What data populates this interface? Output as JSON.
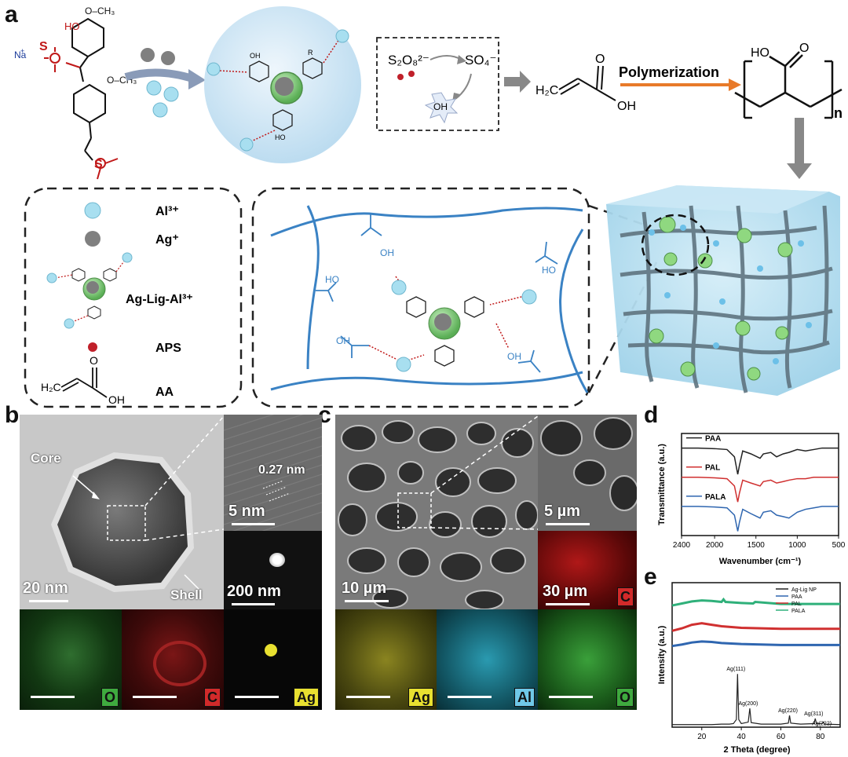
{
  "panels": {
    "a": "a",
    "b": "b",
    "c": "c",
    "d": "d",
    "e": "e"
  },
  "scheme": {
    "na": "Na",
    "ch3_a": "O–CH₃",
    "ho": "HO",
    "o_ch3": "O–CH₃",
    "s2o8": "S₂O₈²⁻",
    "so4": "SO₄⁻",
    "oh_radical": "OH",
    "h2c": "H₂C",
    "acid_oh": "OH",
    "acid_o": "O",
    "polymerization": "Polymerization",
    "ho_poly": "HO",
    "o_poly": "O",
    "n": "n"
  },
  "legend": {
    "al": "Al³⁺",
    "ag": "Ag⁺",
    "complex": "Ag-Lig-Al³⁺",
    "aps": "APS",
    "aa": "AA",
    "aa_h2c": "H₂C",
    "aa_oh": "OH",
    "aa_o": "O"
  },
  "panel_b": {
    "core": "Core",
    "shell": "Shell",
    "scale_main": "20 nm",
    "scale_hr": "5 nm",
    "lattice": "0.27 nm",
    "scale_dark": "200 nm",
    "maps": [
      "O",
      "C",
      "Ag"
    ]
  },
  "panel_c": {
    "scale_main": "10 µm",
    "scale_zoom": "5 µm",
    "scale_c": "30 µm",
    "maps": [
      "C",
      "Ag",
      "Al",
      "O"
    ]
  },
  "colors": {
    "al_ion": "#a8dff0",
    "ag_ion": "#808080",
    "aps": "#c0202a",
    "chain": "#3a82c4",
    "np_green": "#7fc97a",
    "map_O": "#3faa3f",
    "map_C": "#d22a2a",
    "map_Ag": "#e8e030",
    "map_Al": "#2fb8c8"
  },
  "chart_data": [
    {
      "type": "line",
      "title": "",
      "xlabel": "Wavenumber (cm⁻¹)",
      "ylabel": "Transmittance (a.u.)",
      "xlim": [
        2400,
        500
      ],
      "xticks": [
        2400,
        2000,
        1500,
        1000,
        500
      ],
      "series": [
        {
          "name": "PAA",
          "color": "#222222",
          "offset": 2.0,
          "x": [
            2400,
            2200,
            2000,
            1850,
            1760,
            1720,
            1700,
            1660,
            1560,
            1450,
            1410,
            1320,
            1250,
            1170,
            1100,
            1000,
            900,
            800,
            700,
            600,
            500
          ],
          "y": [
            0.0,
            0.0,
            -0.02,
            -0.05,
            -0.3,
            -0.9,
            -0.6,
            -0.1,
            -0.2,
            -0.35,
            -0.2,
            -0.15,
            -0.3,
            -0.2,
            -0.15,
            -0.05,
            -0.1,
            -0.05,
            0.0,
            0.0,
            0.0
          ]
        },
        {
          "name": "PAL",
          "color": "#d03030",
          "offset": 1.0,
          "x": [
            2400,
            2200,
            2000,
            1850,
            1760,
            1720,
            1700,
            1660,
            1560,
            1450,
            1410,
            1320,
            1250,
            1170,
            1100,
            1000,
            900,
            800,
            700,
            600,
            500
          ],
          "y": [
            0.0,
            0.0,
            -0.02,
            -0.05,
            -0.3,
            -0.85,
            -0.55,
            -0.1,
            -0.2,
            -0.3,
            -0.15,
            -0.1,
            -0.2,
            -0.15,
            -0.1,
            -0.05,
            -0.05,
            0.0,
            0.0,
            0.0,
            0.0
          ]
        },
        {
          "name": "PALA",
          "color": "#2f66b0",
          "offset": 0.0,
          "x": [
            2400,
            2200,
            2000,
            1850,
            1760,
            1720,
            1700,
            1660,
            1560,
            1450,
            1410,
            1320,
            1250,
            1170,
            1100,
            1000,
            900,
            800,
            700,
            600,
            500
          ],
          "y": [
            0.0,
            0.0,
            -0.02,
            -0.05,
            -0.3,
            -0.85,
            -0.55,
            -0.1,
            -0.25,
            -0.4,
            -0.2,
            -0.15,
            -0.3,
            -0.35,
            -0.4,
            -0.2,
            -0.1,
            -0.05,
            0.0,
            0.0,
            0.0
          ]
        }
      ]
    },
    {
      "type": "line",
      "title": "",
      "xlabel": "2 Theta (degree)",
      "ylabel": "Intensity (a.u.)",
      "xlim": [
        5,
        90
      ],
      "xticks": [
        20,
        40,
        60,
        80
      ],
      "legend": [
        "Ag-Lig NP",
        "PAA",
        "PAL",
        "PALA"
      ],
      "peak_labels": [
        {
          "x": 38.1,
          "label": "Ag(111)"
        },
        {
          "x": 44.3,
          "label": "Ag(200)"
        },
        {
          "x": 64.4,
          "label": "Ag(220)"
        },
        {
          "x": 77.4,
          "label": "Ag(311)"
        },
        {
          "x": 81.5,
          "label": "Ag(222)"
        }
      ],
      "series": [
        {
          "name": "Ag-Lig NP",
          "color": "#222222",
          "offset": 0,
          "x": [
            5,
            15,
            25,
            30,
            34,
            36,
            37.5,
            38.1,
            38.7,
            40,
            43.5,
            44.3,
            45,
            50,
            60,
            63.8,
            64.4,
            65,
            70,
            76.8,
            77.4,
            78,
            80.9,
            81.5,
            82,
            90
          ],
          "y": [
            0.0,
            0.0,
            0.0,
            0.01,
            0.01,
            0.02,
            0.1,
            1.0,
            0.1,
            0.02,
            0.05,
            0.32,
            0.04,
            0.01,
            0.01,
            0.03,
            0.18,
            0.03,
            0.01,
            0.02,
            0.12,
            0.02,
            0.02,
            0.05,
            0.01,
            0.0
          ]
        },
        {
          "name": "PAA",
          "color": "#2f66b0",
          "offset": 1.55,
          "x": [
            5,
            10,
            15,
            20,
            25,
            30,
            40,
            60,
            90
          ],
          "y": [
            0.0,
            0.03,
            0.07,
            0.09,
            0.08,
            0.06,
            0.04,
            0.02,
            0.02
          ]
        },
        {
          "name": "PAL",
          "color": "#d03030",
          "offset": 1.85,
          "x": [
            5,
            10,
            15,
            20,
            25,
            30,
            40,
            60,
            90
          ],
          "y": [
            0.0,
            0.05,
            0.12,
            0.15,
            0.12,
            0.09,
            0.06,
            0.04,
            0.04
          ]
        },
        {
          "name": "PALA",
          "color": "#2fb07a",
          "offset": 2.35,
          "x": [
            5,
            10,
            15,
            20,
            25,
            30,
            31,
            32,
            40,
            46,
            47,
            60,
            90
          ],
          "y": [
            0.0,
            0.04,
            0.08,
            0.1,
            0.09,
            0.07,
            0.12,
            0.07,
            0.05,
            0.04,
            0.07,
            0.03,
            0.03
          ]
        }
      ]
    }
  ]
}
